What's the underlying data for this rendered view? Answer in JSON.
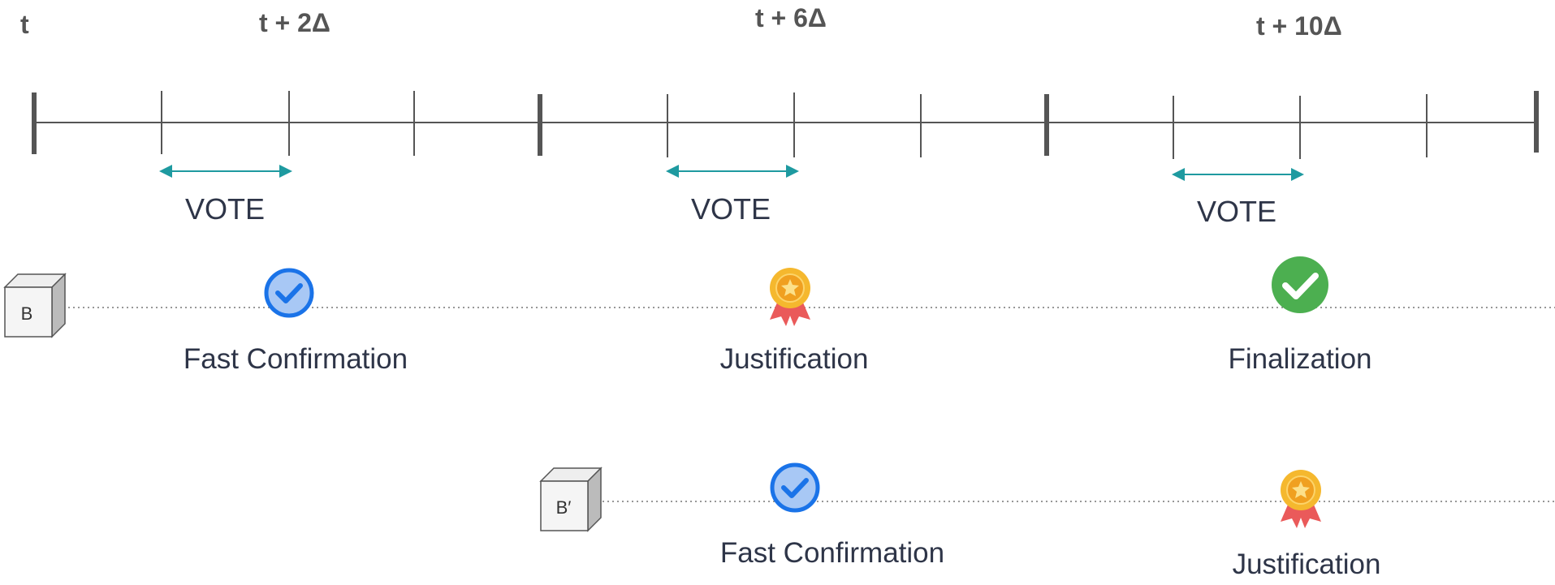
{
  "timeline": {
    "time_labels": [
      "t",
      "t + 2Δ",
      "t + 6Δ",
      "t + 10Δ"
    ],
    "vote_labels": [
      "VOTE",
      "VOTE",
      "VOTE"
    ]
  },
  "row1": {
    "block": "B",
    "events": [
      {
        "label": "Fast Confirmation",
        "icon": "blue-check-icon"
      },
      {
        "label": "Justification",
        "icon": "medal-icon"
      },
      {
        "label": "Finalization",
        "icon": "green-check-icon"
      }
    ]
  },
  "row2": {
    "block": "B′",
    "events": [
      {
        "label": "Fast Confirmation",
        "icon": "blue-check-icon"
      },
      {
        "label": "Justification",
        "icon": "medal-icon"
      }
    ]
  },
  "colors": {
    "timeline": "#555555",
    "vote_arrow": "#1e9aa0",
    "blue_check": "#1a73e8",
    "blue_check_fill": "#a8c8f5",
    "green_check": "#4caf50",
    "medal_gold": "#f5b82e",
    "medal_ribbon": "#ea5a5a",
    "text": "#2e3548"
  }
}
